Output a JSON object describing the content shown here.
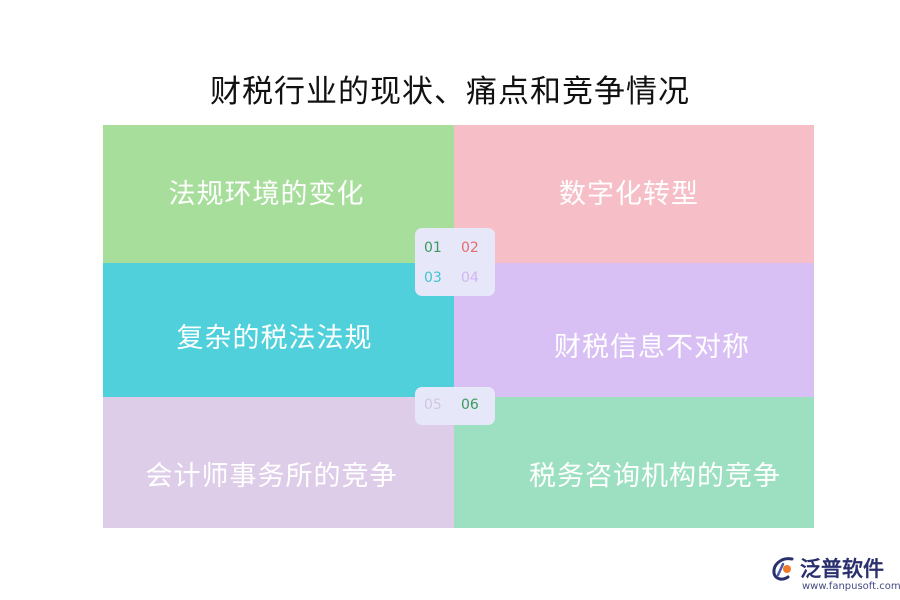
{
  "title": "财税行业的现状、痛点和竞争情况",
  "cells": [
    {
      "label": "法规环境的变化",
      "color": "#a8de9b"
    },
    {
      "label": "数字化转型",
      "color": "#f6bfc7"
    },
    {
      "label": "复杂的税法法规",
      "color": "#4fd0db"
    },
    {
      "label": "财税信息不对称",
      "color": "#d8bff4"
    },
    {
      "label": "会计师事务所的竞争",
      "color": "#decde8"
    },
    {
      "label": "税务咨询机构的竞争",
      "color": "#9ce0c1"
    }
  ],
  "badges": [
    {
      "label": "01",
      "color": "#3a9a5a"
    },
    {
      "label": "02",
      "color": "#e86a6a"
    },
    {
      "label": "03",
      "color": "#45c4cf"
    },
    {
      "label": "04",
      "color": "#d2b4f0"
    },
    {
      "label": "05",
      "color": "#d4c4e0"
    },
    {
      "label": "06",
      "color": "#3a9a5a"
    }
  ],
  "logo": {
    "name": "泛普软件",
    "url": "www.fanpusoft.com",
    "icon": "fanpu-logo-icon"
  }
}
